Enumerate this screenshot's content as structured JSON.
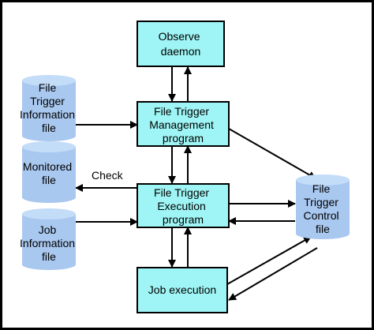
{
  "nodes": {
    "observe": {
      "lines": [
        "Observe",
        "daemon"
      ]
    },
    "ftm": {
      "lines": [
        "File Trigger",
        "Management",
        "program"
      ]
    },
    "fte": {
      "lines": [
        "File Trigger",
        "Execution",
        "program"
      ]
    },
    "job_exec": {
      "lines": [
        "Job execution"
      ]
    },
    "fti_file": {
      "lines": [
        "File",
        "Trigger",
        "Information",
        "file"
      ]
    },
    "monitored": {
      "lines": [
        "Monitored",
        "file"
      ]
    },
    "job_info": {
      "lines": [
        "Job",
        "Information",
        "file"
      ]
    },
    "ftc_file": {
      "lines": [
        "File",
        "Trigger",
        "Control",
        "file"
      ]
    }
  },
  "edge_labels": {
    "check": "Check"
  },
  "colors": {
    "box_fill": "#9ff5f5",
    "cylinder_body": "#a9c8f0",
    "cylinder_top": "#c3dcf8",
    "frame": "#000000"
  }
}
